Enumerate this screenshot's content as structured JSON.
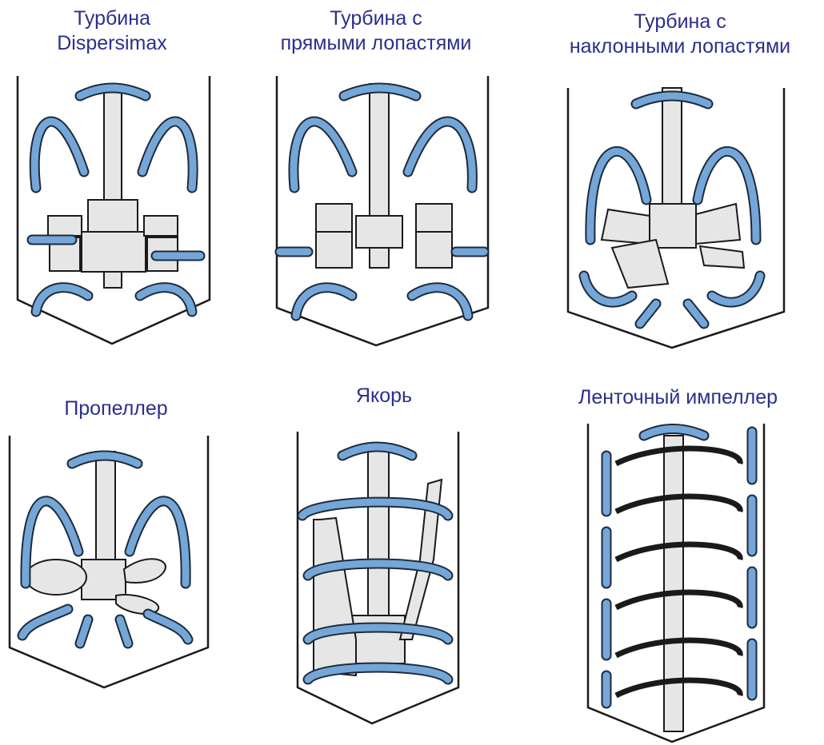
{
  "colors": {
    "arrow_fill": "#74a7d8",
    "arrow_stroke": "#1e2a3a",
    "title": "#2b2f8c",
    "vessel_stroke": "#1a1a1a",
    "part_fill": "#e6e6e6"
  },
  "panels": [
    {
      "id": "dispersimax",
      "title": "Турбина\nDispersimax",
      "icon": "turbine-dispersimax"
    },
    {
      "id": "straight",
      "title": "Турбина с\nпрямыми лопастями",
      "icon": "turbine-straight-blades"
    },
    {
      "id": "pitched",
      "title": "Турбина с\nнаклонными лопастями",
      "icon": "turbine-pitched-blades"
    },
    {
      "id": "propeller",
      "title": "Пропеллер",
      "icon": "propeller"
    },
    {
      "id": "anchor",
      "title": "Якорь",
      "icon": "anchor"
    },
    {
      "id": "ribbon",
      "title": "Ленточный импеллер",
      "icon": "ribbon-impeller"
    }
  ]
}
